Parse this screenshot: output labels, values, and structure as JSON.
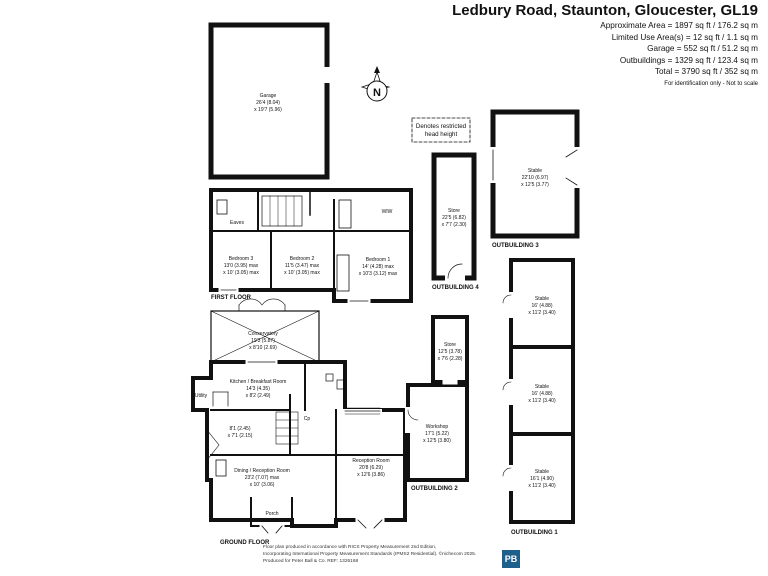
{
  "header": {
    "title": "Ledbury Road, Staunton, Gloucester, GL19",
    "areas": [
      "Approximate Area = 1897 sq ft / 176.2 sq m",
      "Limited Use Area(s) = 12 sq ft / 1.1 sq m",
      "Garage = 552 sq ft / 51.2 sq m",
      "Outbuildings = 1329 sq ft / 123.4 sq m",
      "Total = 3790 sq ft / 352 sq m"
    ],
    "note": "For identification only - Not to scale"
  },
  "compass": {
    "letter": "N"
  },
  "legend": {
    "restricted_line1": "Denotes restricted",
    "restricted_line2": "head height"
  },
  "floors": {
    "first": "FIRST FLOOR",
    "ground": "GROUND FLOOR"
  },
  "outbuilding_labels": {
    "ob1": "OUTBUILDING 1",
    "ob2": "OUTBUILDING 2",
    "ob3": "OUTBUILDING 3",
    "ob4": "OUTBUILDING 4"
  },
  "rooms": {
    "garage": [
      "Garage",
      "26'4 (8.04)",
      "x 19'7 (5.96)"
    ],
    "stable_ob3": [
      "Stable",
      "22'10 (6.97)",
      "x 12'5 (3.77)"
    ],
    "store_ob4": [
      "Store",
      "22'5 (6.82)",
      "x 7'7 (2.30)"
    ],
    "bedroom3": [
      "Bedroom 3",
      "13'0 (3.95) max",
      "x 10' (3.05) max"
    ],
    "bedroom2": [
      "Bedroom 2",
      "11'5 (3.47) max",
      "x 10' (3.05) max"
    ],
    "bedroom1": [
      "Bedroom 1",
      "14' (4.28) max",
      "x 10'3 (3.12) max"
    ],
    "eaves": "Eaves",
    "wiw": "WIW",
    "conservatory": [
      "Conservatory",
      "19'3 (5.87)",
      "x 8'10 (2.69)"
    ],
    "kitchen": [
      "Kitchen / Breakfast Room",
      "14'3 (4.35)",
      "x 8'2 (2.49)"
    ],
    "utility": "Utility",
    "hall": [
      "8'1 (2.45)",
      "x 7'1 (2.15)"
    ],
    "dining": [
      "Dining / Reception Room",
      "23'2 (7.07) max",
      "x 10' (3.06)"
    ],
    "reception": [
      "Reception Room",
      "20'8 (6.29)",
      "x 12'6 (3.86)"
    ],
    "porch": "Porch",
    "cp": "Cp",
    "store_ob2": [
      "Store",
      "12'5 (3.78)",
      "x 7'6 (2.28)"
    ],
    "workshop": [
      "Workshop",
      "17'1 (5.22)",
      "x 12'5 (3.80)"
    ],
    "stable_a": [
      "Stable",
      "16' (4.88)",
      "x 11'2 (3.40)"
    ],
    "stable_b": [
      "Stable",
      "16' (4.88)",
      "x 11'2 (3.40)"
    ],
    "stable_c": [
      "Stable",
      "16'1 (4.90)",
      "x 11'2 (3.40)"
    ]
  },
  "footer": {
    "line1": "Floor plan produced in accordance with RICS Property Measurement 2nd Edition,",
    "line2": "Incorporating International Property Measurement Standards (IPMS2 Residential). ©nichecom 2025.",
    "line3": "Produced for Peter Ball & Co.   REF: 1326168"
  },
  "logo": "PB",
  "colors": {
    "wall": "#111111",
    "ink": "#111111",
    "logo_bg": "#1f5f8b"
  }
}
